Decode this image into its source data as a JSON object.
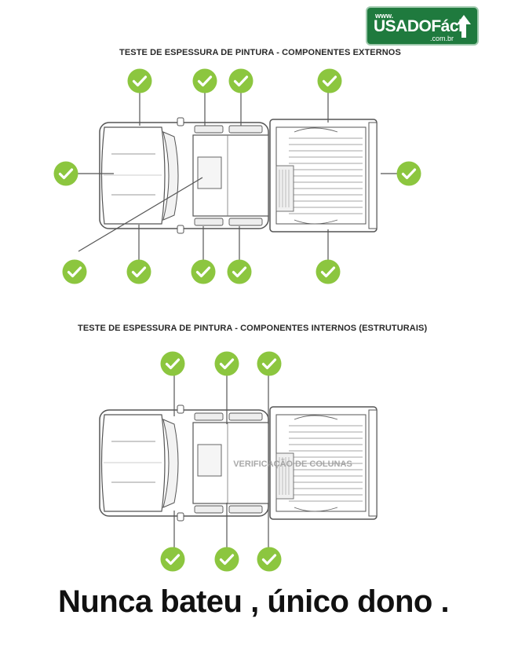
{
  "logo": {
    "www": "www.",
    "brand": "USADOFácil",
    "domain": ".com.br",
    "icon": "up-arrow-icon"
  },
  "sections": [
    {
      "title": "TESTE DE ESPESSURA DE PINTURA - COMPONENTES EXTERNOS"
    },
    {
      "title": "TESTE DE ESPESSURA DE PINTURA - COMPONENTES INTERNOS (ESTRUTURAIS)"
    }
  ],
  "overlay_text": "VERIFICAÇÃO DE COLUNAS",
  "footer": {
    "text": "Nunca bateu , único dono ."
  },
  "colors": {
    "check": "#8cc63f",
    "logo_bg": "#1f7a3e",
    "line": "#555555"
  },
  "icons": {
    "checkmark": "check-circle-icon"
  }
}
